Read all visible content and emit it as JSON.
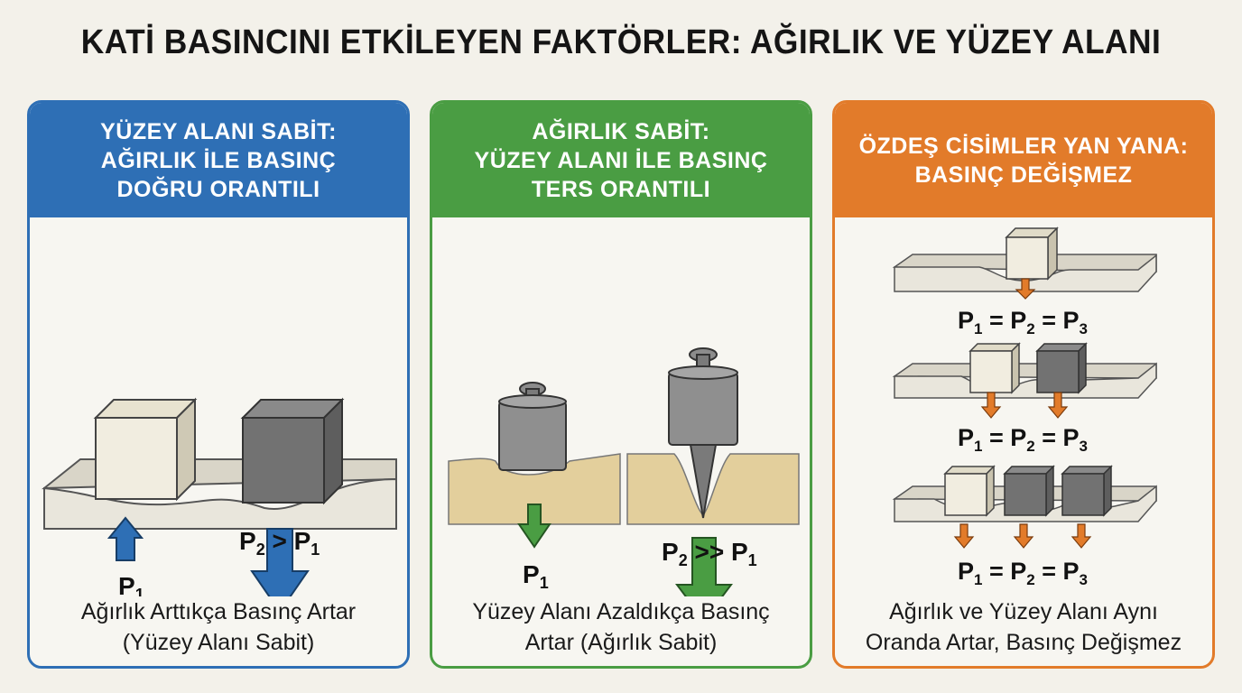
{
  "title": "KATİ BASINCINI ETKİLEYEN FAKTÖRLER: AĞIRLIK VE YÜZEY ALANI",
  "panels": [
    {
      "color": "#2e6fb5",
      "heading": [
        "YÜZEY ALANI SABİT:",
        "AĞIRLIK İLE BASINÇ",
        "DOĞRU ORANTILI"
      ],
      "labels": {
        "p1": "P",
        "p1_sub": "1",
        "p2": "P",
        "p2_sub": "2",
        "gt": " > P",
        "gt_sub": "1"
      },
      "caption": [
        "Ağırlık Arttıkça Basınç Artar",
        "(Yüzey Alanı Sabit)"
      ]
    },
    {
      "color": "#4a9d43",
      "heading": [
        "AĞIRLIK SABİT:",
        "YÜZEY ALANI İLE BASINÇ",
        "TERS ORANTILI"
      ],
      "labels": {
        "p1": "P",
        "p1_sub": "1",
        "p2": "P",
        "p2_sub": "2",
        "gt": " >> P",
        "gt_sub": "1"
      },
      "caption": [
        "Yüzey Alanı Azaldıkça Basınç",
        "Artar (Ağırlık Sabit)"
      ]
    },
    {
      "color": "#e27b2a",
      "heading": [
        "ÖZDEŞ CİSİMLER YAN YANA:",
        "BASINÇ DEĞİŞMEZ"
      ],
      "equation": {
        "p": "P",
        "s1": "1",
        "s2": "2",
        "s3": "3",
        "eq": " = "
      },
      "caption": [
        "Ağırlık ve Yüzey Alanı Aynı",
        "Oranda Artar, Basınç Değişmez"
      ]
    }
  ]
}
